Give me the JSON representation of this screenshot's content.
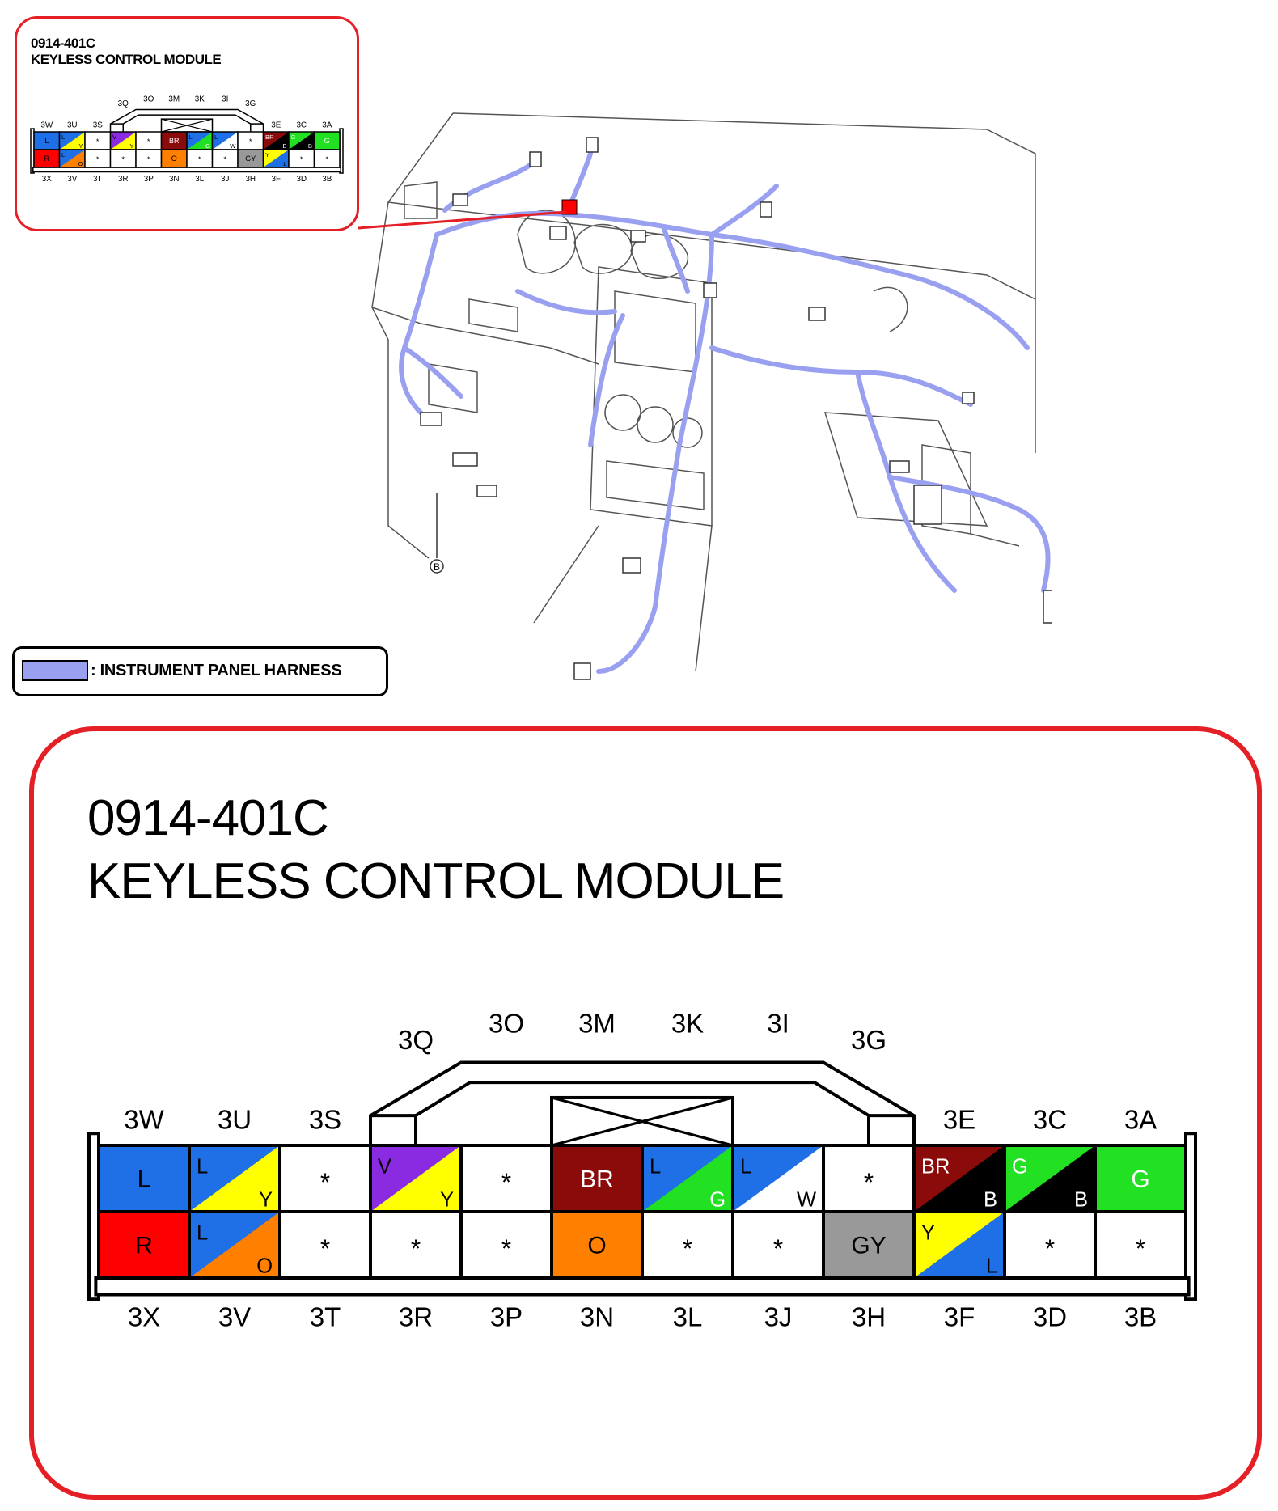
{
  "connector_code": "0914-401C",
  "connector_name": "KEYLESS CONTROL MODULE",
  "legend": {
    "label": ": INSTRUMENT PANEL HARNESS",
    "harness_color": "#9aa0f0"
  },
  "colors": {
    "L": "#1f6fe6",
    "Y": "#ffff00",
    "V": "#8a2be2",
    "BR": "#8b0a0a",
    "G": "#22e022",
    "W": "#ffffff",
    "B": "#000000",
    "R": "#ff0000",
    "O": "#ff8000",
    "GY": "#999999",
    "callout_red": "#e41f25"
  },
  "connector": {
    "top_labels": [
      "3W",
      "3U",
      "3S",
      "3Q",
      "3O",
      "3M",
      "3K",
      "3I",
      "3G",
      "3E",
      "3C",
      "3A"
    ],
    "bottom_labels": [
      "3X",
      "3V",
      "3T",
      "3R",
      "3P",
      "3N",
      "3L",
      "3J",
      "3H",
      "3F",
      "3D",
      "3B"
    ],
    "empty_symbol": "*",
    "top_cells": [
      {
        "primary": "L"
      },
      {
        "primary": "L",
        "secondary": "Y"
      },
      {
        "empty": true
      },
      {
        "primary": "V",
        "secondary": "Y"
      },
      {
        "empty": true
      },
      {
        "primary": "BR"
      },
      {
        "primary": "L",
        "secondary": "G"
      },
      {
        "primary": "L",
        "secondary": "W"
      },
      {
        "empty": true
      },
      {
        "primary": "BR",
        "secondary": "B"
      },
      {
        "primary": "G",
        "secondary": "B"
      },
      {
        "primary": "G"
      }
    ],
    "bottom_cells": [
      {
        "primary": "R"
      },
      {
        "primary": "L",
        "secondary": "O"
      },
      {
        "empty": true
      },
      {
        "empty": true
      },
      {
        "empty": true
      },
      {
        "primary": "O"
      },
      {
        "empty": true
      },
      {
        "empty": true
      },
      {
        "primary": "GY"
      },
      {
        "primary": "Y",
        "secondary": "L"
      },
      {
        "empty": true
      },
      {
        "empty": true
      }
    ]
  },
  "ground_label": "B"
}
